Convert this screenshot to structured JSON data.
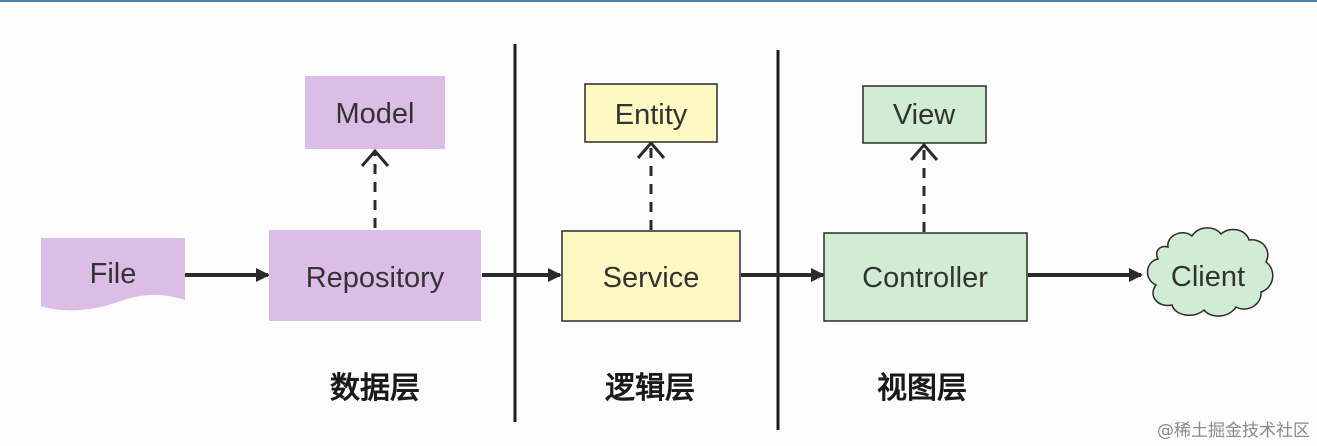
{
  "nodes": {
    "file": {
      "label": "File",
      "fill": "#dcbde6"
    },
    "repository": {
      "label": "Repository",
      "fill": "#dcbde6"
    },
    "model": {
      "label": "Model",
      "fill": "#dcbde6"
    },
    "service": {
      "label": "Service",
      "fill": "#fdf8c4"
    },
    "entity": {
      "label": "Entity",
      "fill": "#fdf8c4"
    },
    "controller": {
      "label": "Controller",
      "fill": "#d0ecd2"
    },
    "view": {
      "label": "View",
      "fill": "#d0ecd2"
    },
    "client": {
      "label": "Client",
      "fill": "#d0ecd2"
    }
  },
  "layers": {
    "data_layer": "数据层",
    "logic_layer": "逻辑层",
    "view_layer": "视图层"
  },
  "watermark": "@稀土掘金技术社区",
  "colors": {
    "purple": "#dcbde6",
    "yellow": "#fdf8c4",
    "green": "#d0ecd2",
    "line": "#2b2b2b",
    "divider": "#1e1e1e",
    "top_rule": "#4a7fb0"
  }
}
